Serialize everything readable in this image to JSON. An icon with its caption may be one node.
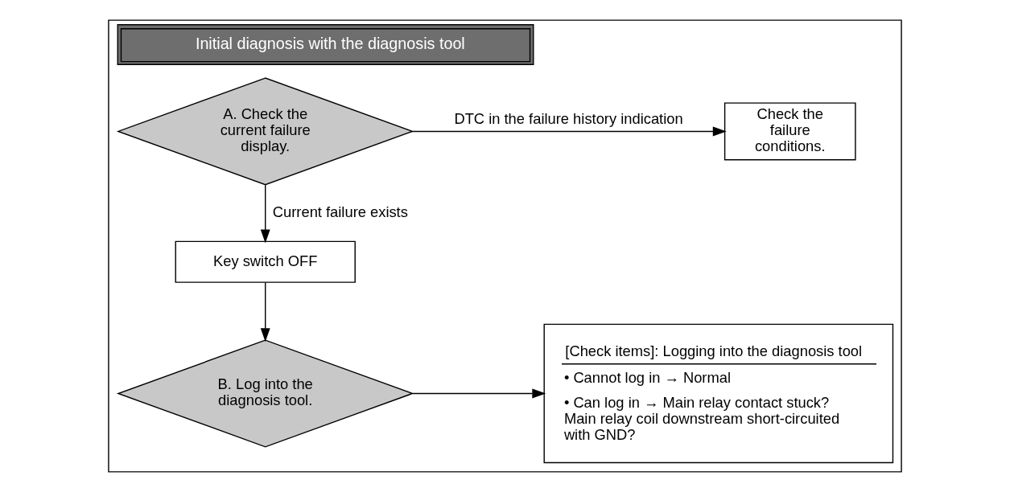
{
  "diagram": {
    "nodes": [
      {
        "text": [
          "Initial diagnosis with the diagnosis tool"
        ]
      },
      {
        "text": [
          "A. Check the current failure display."
        ],
        "in": 0
      },
      {
        "text": [
          "Check the failure conditions."
        ],
        "in": 0
      },
      {
        "text": [
          "Key switch OFF"
        ],
        "in": 0
      },
      {
        "text": [
          "B. Log into the diagnosis tool."
        ],
        "in": 0
      },
      {
        "text": [
          "[Check items]: Logging into the diagnosis tool",
          "• Cannot log in → Normal",
          "• Can log in → Main relay contact stuck? Main relay coil downstream short-circuited with GND?"
        ],
        "in": 0
      }
    ],
    "edges": [
      {
        "from": 1,
        "to": 2,
        "arrow": "to",
        "label": "DTC in the failure history indication"
      },
      {
        "from": 1,
        "to": 3,
        "arrow": "to",
        "label": "Current failure exists"
      },
      {
        "from": 3,
        "to": 4,
        "arrow": "to"
      },
      {
        "from": 4,
        "to": 5,
        "arrow": "to"
      }
    ]
  }
}
